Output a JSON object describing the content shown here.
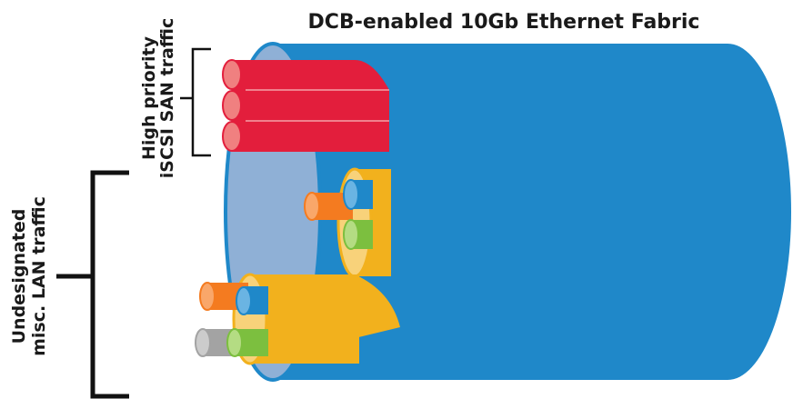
{
  "title": "DCB-enabled 10Gb Ethernet Fabric",
  "labels": {
    "san_line1": "High priority",
    "san_line2": "iSCSI SAN traffic",
    "lan_line1": "Undesignated",
    "lan_line2": "misc. LAN traffic"
  },
  "colors": {
    "fabric": "#1f88c9",
    "fabric_end": "#8fb0d6",
    "san": "#e31e3c",
    "san_end": "#f08080",
    "lan_bundle": "#f2b11d",
    "lan_bundle_end": "#f8d27a",
    "orange": "#f47b20",
    "orange_end": "#f9a76a",
    "blue": "#1f88c9",
    "blue_end": "#6ab4e3",
    "green": "#7cbf3f",
    "green_end": "#b4dc83",
    "gray": "#a3a3a3",
    "gray_end": "#cccccc"
  },
  "diagram": {
    "fabric": "fabric-cable",
    "san_cables": [
      "san-cable-1",
      "san-cable-2",
      "san-cable-3"
    ],
    "lan_bundles": [
      {
        "name": "lan-bundle-upper",
        "cables": [
          "orange",
          "blue",
          "green"
        ]
      },
      {
        "name": "lan-bundle-lower",
        "cables": [
          "orange",
          "blue",
          "gray",
          "green"
        ]
      }
    ]
  }
}
